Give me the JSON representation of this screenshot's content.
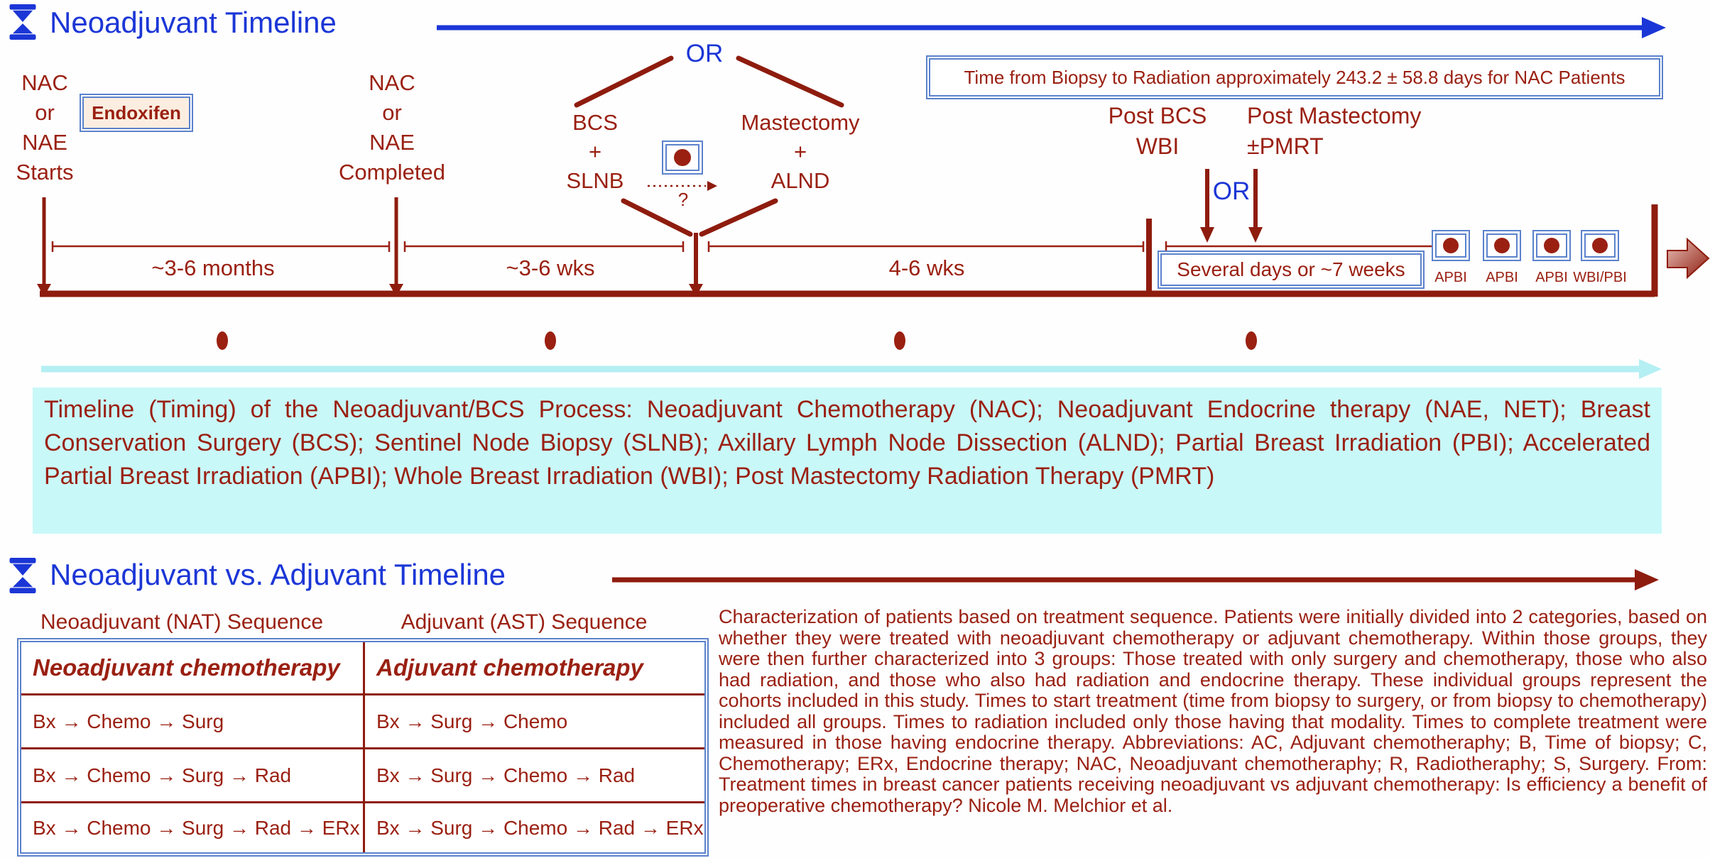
{
  "colors": {
    "title_blue": "#1b36d6",
    "dark_red_text": "#9a2012",
    "dark_red_line": "#8e1c0e",
    "box_border_blue": "#5b82cc",
    "endoxifen_fill": "#fbeee1",
    "caption_bg": "#c9f8f8",
    "cyan_arrow": "#b4eff3"
  },
  "s1": {
    "title": "Neoadjuvant Timeline",
    "nac_starts": "NAC\nor\nNAE\nStarts",
    "endoxifen": "Endoxifen",
    "nac_completed": "NAC\nor\nNAE\nCompleted",
    "or_surgery": "OR",
    "bcs_slnb": "BCS\n+\nSLNB",
    "mastectomy_alnd": "Mastectomy\n+\nALND",
    "slnb_question": "?",
    "biopsy_note": "Time from Biopsy to Radiation approximately 243.2 ± 58.8 days for NAC Patients",
    "post_bcs": "Post BCS\nWBI",
    "post_mastectomy": "Post Mastectomy\n±PMRT",
    "or_radiation": "OR",
    "seg_1": "~3-6 months",
    "seg_2": "~3-6 wks",
    "seg_3": "4-6 wks",
    "several_days": "Several days or ~7 weeks",
    "apbi_markers": [
      "APBI",
      "APBI",
      "APBI",
      "WBI/PBI"
    ],
    "caption": "Timeline (Timing) of the Neoadjuvant/BCS Process: Neoadjuvant Chemotherapy (NAC); Neoadjuvant Endocrine therapy (NAE, NET); Breast Conservation Surgery (BCS); Sentinel Node Biopsy (SLNB); Axillary Lymph Node Dissection (ALND); Partial Breast Irradiation (PBI); Accelerated Partial Breast Irradiation (APBI); Whole Breast Irradiation (WBI); Post Mastectomy Radiation Therapy (PMRT)"
  },
  "s2": {
    "title": "Neoadjuvant vs. Adjuvant Timeline",
    "col_header_left": "Neoadjuvant (NAT) Sequence",
    "col_header_right": "Adjuvant (AST) Sequence",
    "table": {
      "header": [
        "Neoadjuvant chemotherapy",
        "Adjuvant chemotherapy"
      ],
      "rows": [
        [
          "Bx → Chemo → Surg",
          "Bx → Surg → Chemo"
        ],
        [
          "Bx → Chemo → Surg → Rad",
          "Bx → Surg → Chemo → Rad"
        ],
        [
          "Bx → Chemo → Surg → Rad → ERx",
          "Bx → Surg → Chemo → Rad → ERx"
        ]
      ]
    },
    "description": "Characterization of patients based on treatment sequence. Patients were initially divided into 2 categories, based on whether they were treated with neoadjuvant chemotherapy or adjuvant chemotherapy. Within those groups, they were then further characterized into 3 groups: Those treated with only surgery and chemotherapy, those who also had radiation, and those who also had radiation and endocrine therapy. These individual groups represent the cohorts included in this study. Times to start treatment (time from biopsy to surgery, or from biopsy to chemotherapy) included all groups. Times to radiation included only those having that modality. Times to complete treatment were measured in those having endocrine therapy. Abbreviations: AC, Adjuvant chemotheraphy; B, Time of biopsy; C, Chemotherapy; ERx, Endocrine therapy; NAC, Neoadjuvant chemotheraphy; R, Radiotheraphy; S, Surgery. From: Treatment times in breast cancer patients receiving neoadjuvant vs adjuvant chemotherapy: Is efficiency a benefit of preoperative chemotherapy? Nicole M. Melchior et al."
  }
}
